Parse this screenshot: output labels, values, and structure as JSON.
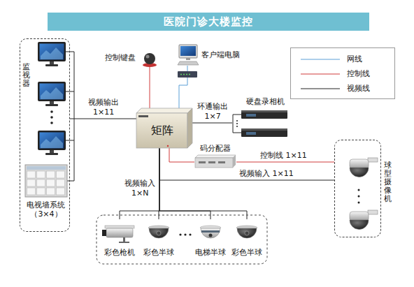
{
  "diagram": {
    "title": "医院门诊大楼监控",
    "nodes": [
      {
        "text": [
          "监视器"
        ]
      },
      {
        "text": [
          "电视墙系统 （3×4）"
        ],
        "in": 0
      },
      {
        "text": [
          "控制键盘"
        ]
      },
      {
        "text": [
          "客户端电脑"
        ]
      },
      {
        "text": [
          "矩阵"
        ]
      },
      {
        "text": [
          "硬盘录相机"
        ]
      },
      {
        "text": [
          "码分配器"
        ]
      },
      {
        "text": [
          "球型摄像机"
        ]
      },
      {
        "text": [
          "彩色枪机"
        ]
      },
      {
        "text": [
          "彩色半球"
        ]
      },
      {
        "text": [
          "电梯半球"
        ]
      },
      {
        "text": [
          "彩色半球"
        ]
      }
    ],
    "edges": [
      {
        "from": 2,
        "to": 4,
        "arrow": "none"
      },
      {
        "from": 3,
        "to": 4,
        "arrow": "none"
      },
      {
        "from": 4,
        "to": 0,
        "label": "视频输出 1×11",
        "arrow": "none"
      },
      {
        "from": 4,
        "to": 5,
        "label": "环通输出 1×7",
        "arrow": "none"
      },
      {
        "from": 4,
        "to": 6,
        "arrow": "none"
      },
      {
        "from": 6,
        "to": 7,
        "label": "控制线 1×11",
        "arrow": "none"
      },
      {
        "from": 7,
        "to": 4,
        "label": "视频输入 1×11",
        "arrow": "none"
      },
      {
        "from": 8,
        "to": 4,
        "label": "视频输入 1×N",
        "arrow": "none"
      },
      {
        "from": 9,
        "to": 4,
        "arrow": "none"
      },
      {
        "from": 10,
        "to": 4,
        "arrow": "none"
      },
      {
        "from": 11,
        "to": 4,
        "arrow": "none"
      }
    ],
    "legend": [
      {
        "text": "网线"
      },
      {
        "text": "控制线"
      },
      {
        "text": "视频线"
      }
    ]
  }
}
